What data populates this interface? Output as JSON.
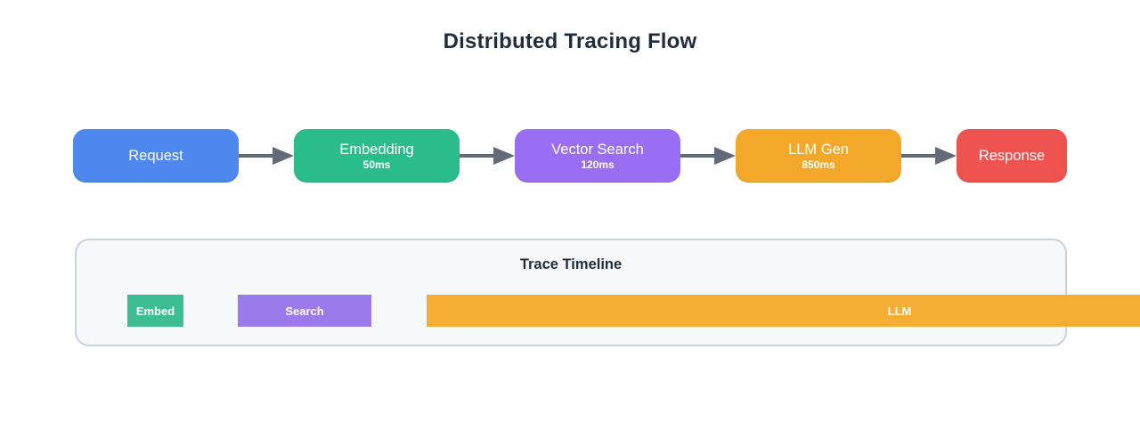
{
  "title": "Distributed Tracing Flow",
  "flow": {
    "nodes": [
      {
        "id": "request",
        "label": "Request",
        "sublabel": "",
        "color": "#4e87ee"
      },
      {
        "id": "embedding",
        "label": "Embedding",
        "sublabel": "50ms",
        "color": "#2bbc8c"
      },
      {
        "id": "vector-search",
        "label": "Vector Search",
        "sublabel": "120ms",
        "color": "#9a6ef2"
      },
      {
        "id": "llm-gen",
        "label": "LLM Gen",
        "sublabel": "850ms",
        "color": "#f3a829"
      },
      {
        "id": "response",
        "label": "Response",
        "sublabel": "",
        "color": "#ee5350"
      }
    ],
    "arrow_color": "#646b78"
  },
  "timeline": {
    "title": "Trace Timeline",
    "bars": [
      {
        "id": "embed",
        "label": "Embed",
        "color": "#3dbe92"
      },
      {
        "id": "search",
        "label": "Search",
        "color": "#9b7aec"
      },
      {
        "id": "llm",
        "label": "LLM",
        "color": "#f5ad33"
      }
    ],
    "panel_bg": "#f7f8fa",
    "panel_border": "#ccd2db"
  },
  "title_color": "#1f2d3d"
}
